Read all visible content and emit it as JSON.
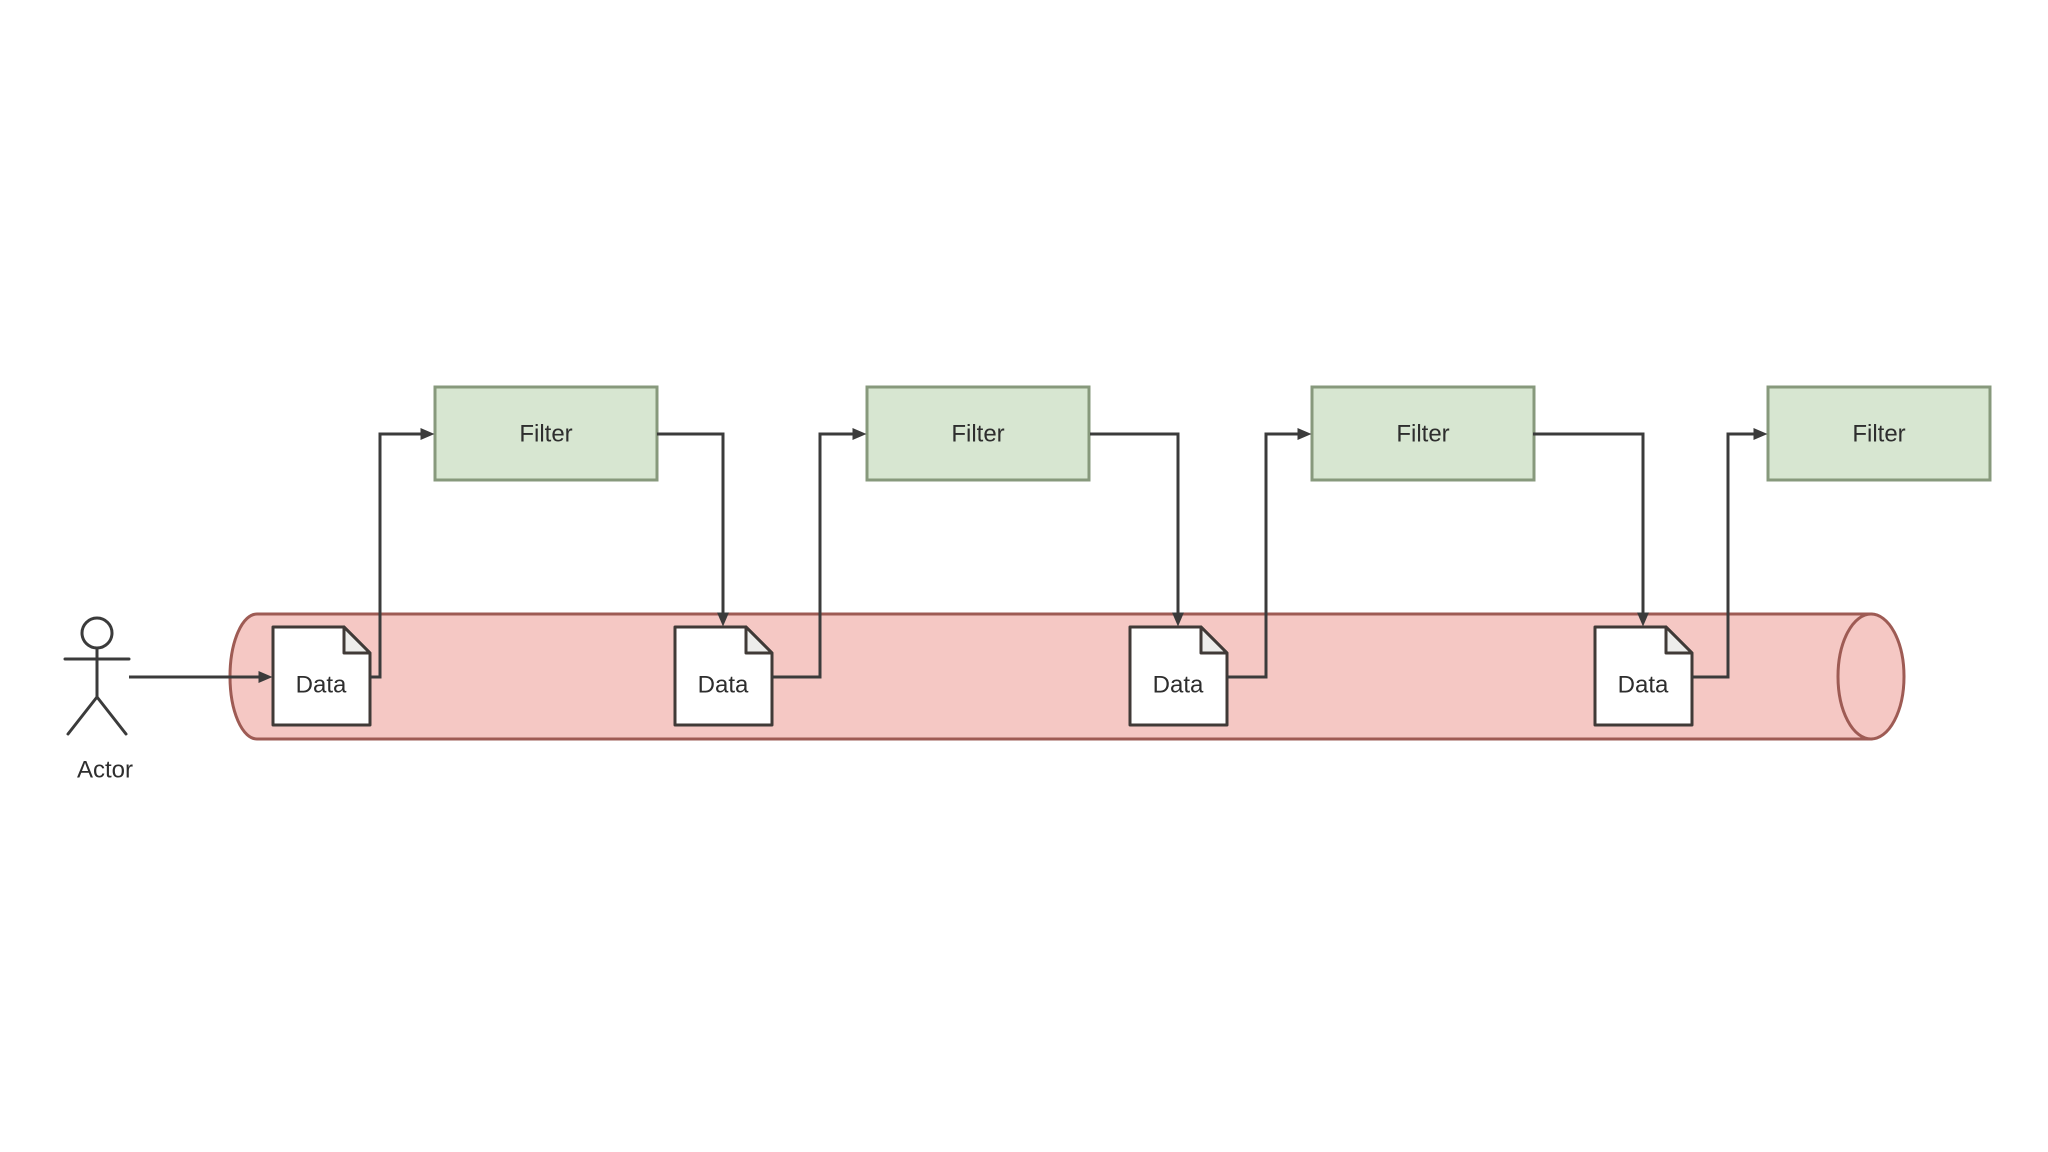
{
  "diagram": {
    "type": "pipes-and-filters-architecture",
    "actor": {
      "label": "Actor"
    },
    "pipe": {
      "shape": "horizontal-cylinder"
    },
    "filters": [
      {
        "label": "Filter"
      },
      {
        "label": "Filter"
      },
      {
        "label": "Filter"
      },
      {
        "label": "Filter"
      }
    ],
    "data_nodes": [
      {
        "label": "Data"
      },
      {
        "label": "Data"
      },
      {
        "label": "Data"
      },
      {
        "label": "Data"
      }
    ],
    "colors": {
      "background": "#ffffff",
      "line": "#3b3b3b",
      "text": "#2e2e2e",
      "pipe_fill": "#f5c8c4",
      "pipe_stroke": "#9e5b54",
      "filter_fill": "#d7e6d1",
      "filter_stroke": "#87997c",
      "doc_fill": "#ffffff",
      "doc_stroke": "#403a37",
      "fold_fill": "#ededeb"
    }
  }
}
